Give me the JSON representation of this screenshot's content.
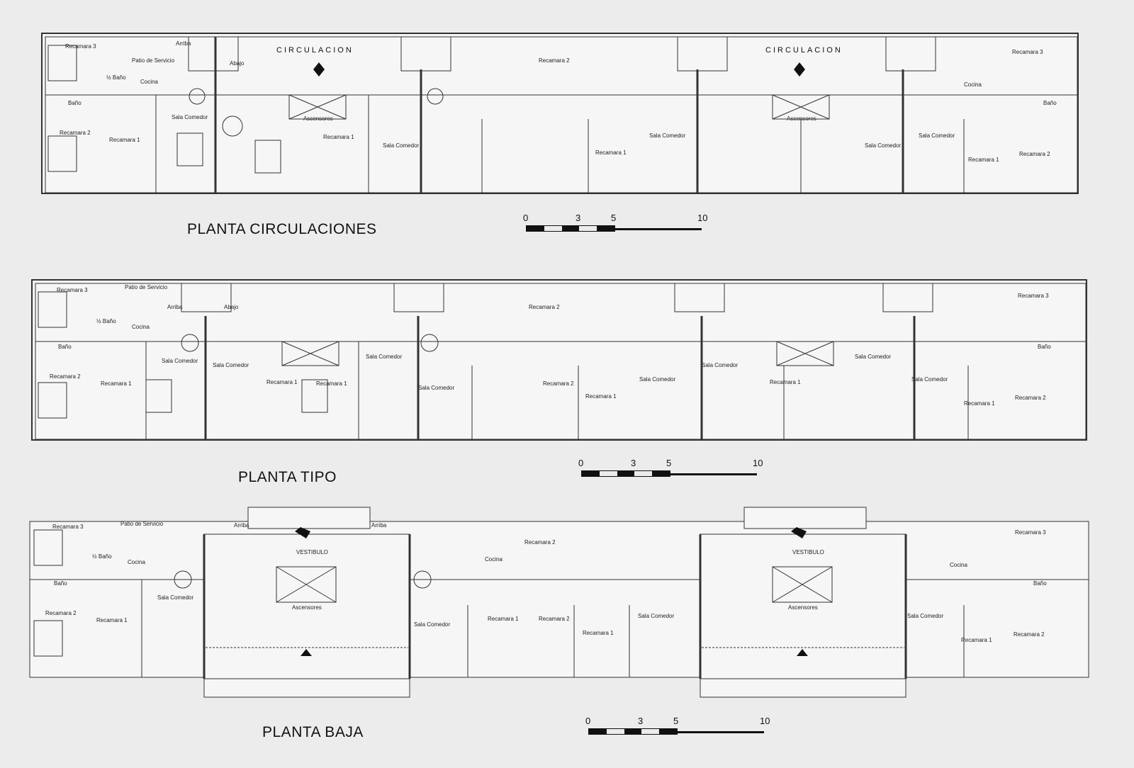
{
  "plans": [
    {
      "id": "circulaciones",
      "title": "PLANTA CIRCULACIONES",
      "corridor_label": "CIRCULACION",
      "rooms": [
        "Recamara 3",
        "Patio de Servicio",
        "½ Baño",
        "Cocina",
        "Baño",
        "Recamara 2",
        "Recamara 1",
        "Sala Comedor",
        "Arriba",
        "Abajo",
        "Ascensores"
      ]
    },
    {
      "id": "tipo",
      "title": "PLANTA TIPO",
      "rooms": [
        "Recamara 3",
        "Patio de Servicio",
        "½ Baño",
        "Cocina",
        "Baño",
        "Recamara 2",
        "Recamara 1",
        "Sala Comedor",
        "Arriba",
        "Abajo"
      ]
    },
    {
      "id": "baja",
      "title": "PLANTA BAJA",
      "lobby_label": "VESTIBULO",
      "rooms": [
        "Recamara 3",
        "Patio de Servicio",
        "½ Baño",
        "Cocina",
        "Baño",
        "Recamara 2",
        "Recamara 1",
        "Sala Comedor",
        "Arriba",
        "Ascensores"
      ]
    }
  ],
  "scale": {
    "ticks": [
      "0",
      "3",
      "5",
      "10"
    ]
  }
}
